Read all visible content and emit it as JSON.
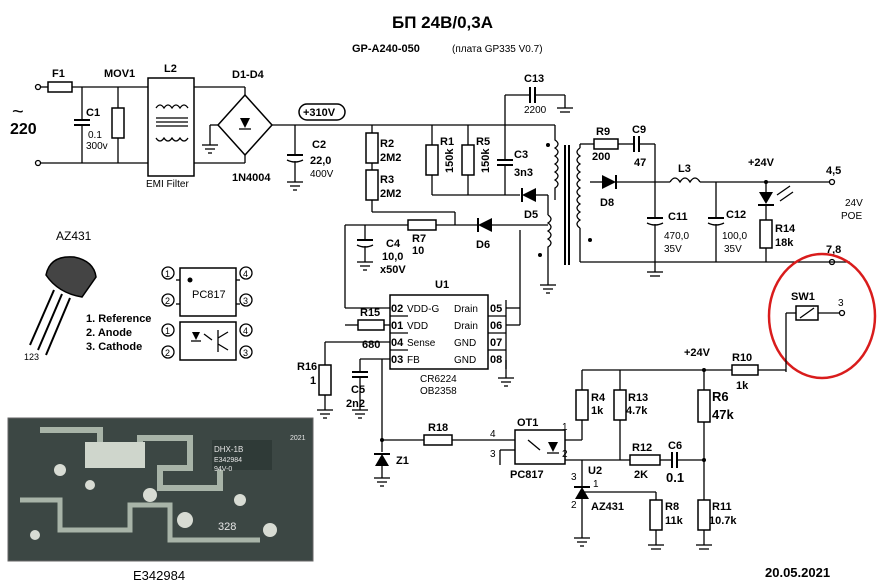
{
  "title": "БП 24В/0,3А",
  "subtitle_model": "GP-A240-050",
  "subtitle_board": "(плата GP335 V0.7)",
  "date": "20.05.2021",
  "photo_caption": "E342984",
  "photo_marks": {
    "board": "DHX-1B",
    "cert": "E342984",
    "rating": "94V-0",
    "code": "328",
    "year": "2021"
  },
  "input": {
    "tilde": "~",
    "voltage": "220"
  },
  "F1": "F1",
  "MOV1": "MOV1",
  "L2": "L2",
  "emi_label": "EMI Filter",
  "bridge": {
    "name": "D1-D4",
    "part": "1N4004"
  },
  "bus_label": "+310V",
  "C1": {
    "name": "C1",
    "value1": "0.1",
    "value2": "300v"
  },
  "C2": {
    "name": "C2",
    "value1": "22,0",
    "value2": "400V"
  },
  "C13": {
    "name": "C13",
    "value": "2200"
  },
  "R2": {
    "name": "R2",
    "value": "2M2"
  },
  "R3": {
    "name": "R3",
    "value": "2M2"
  },
  "R1": {
    "name": "R1",
    "value": "150k"
  },
  "R5": {
    "name": "R5",
    "value": "150k"
  },
  "C3": {
    "name": "C3",
    "value": "3n3"
  },
  "D5": "D5",
  "R7": {
    "name": "R7",
    "value": "10"
  },
  "D6": "D6",
  "C4": {
    "name": "C4",
    "value1": "10,0",
    "value2": "x50V"
  },
  "U1": {
    "name": "U1",
    "part1": "CR6224",
    "part2": "OB2358",
    "pins_left": [
      {
        "num": "02",
        "label": "VDD-G"
      },
      {
        "num": "01",
        "label": "VDD"
      },
      {
        "num": "04",
        "label": "Sense"
      },
      {
        "num": "03",
        "label": "FB"
      }
    ],
    "pins_right": [
      {
        "num": "05",
        "label": "Drain"
      },
      {
        "num": "06",
        "label": "Drain"
      },
      {
        "num": "07",
        "label": "GND"
      },
      {
        "num": "08",
        "label": "GND"
      }
    ]
  },
  "R15": {
    "name": "R15",
    "value": "680"
  },
  "R16": {
    "name": "R16",
    "value": "1"
  },
  "C5": {
    "name": "C5",
    "value": "2n2"
  },
  "R18": "R18",
  "Z1": "Z1",
  "OT1": {
    "name": "OT1",
    "part": "PC817",
    "pins": [
      "4",
      "3",
      "1",
      "2"
    ]
  },
  "R9": {
    "name": "R9",
    "value": "200"
  },
  "C9": {
    "name": "C9",
    "value": "47"
  },
  "D8": "D8",
  "L3": "L3",
  "C11": {
    "name": "C11",
    "value1": "470,0",
    "value2": "35V"
  },
  "C12": {
    "name": "C12",
    "value1": "100,0",
    "value2": "35V"
  },
  "R14": {
    "name": "R14",
    "value": "18k"
  },
  "out_v": "+24V",
  "out_pins_top": "4,5",
  "out_pins_bottom": "7,8",
  "out_label1": "24V",
  "out_label2": "POE",
  "SW1": {
    "name": "SW1",
    "pin": "3"
  },
  "fb_v": "+24V",
  "R10": {
    "name": "R10",
    "value": "1k"
  },
  "R4": {
    "name": "R4",
    "value": "1k"
  },
  "R13": {
    "name": "R13",
    "value": "4.7k"
  },
  "R6": {
    "name": "R6",
    "value": "47k"
  },
  "R12": {
    "name": "R12",
    "value": "2K"
  },
  "C6": {
    "name": "C6",
    "value": "0.1"
  },
  "U2": {
    "name": "U2",
    "part": "AZ431",
    "pins": [
      "3",
      "1",
      "2"
    ]
  },
  "R8": {
    "name": "R8",
    "value": "11k"
  },
  "R11": {
    "name": "R11",
    "value": "10.7k"
  },
  "az431_legend": {
    "title": "AZ431",
    "pin_numbers": "123",
    "pins": [
      "1. Reference",
      "2. Anode",
      "3. Cathode"
    ]
  },
  "pc817_legend": {
    "label": "PC817",
    "pins_top": [
      "1",
      "2",
      "4",
      "3"
    ],
    "pins_bottom": [
      "1",
      "2",
      "4",
      "3"
    ]
  },
  "colors": {
    "highlight": "#d91c1c",
    "ink": "#000000",
    "photo_bg": "#3c4744"
  }
}
